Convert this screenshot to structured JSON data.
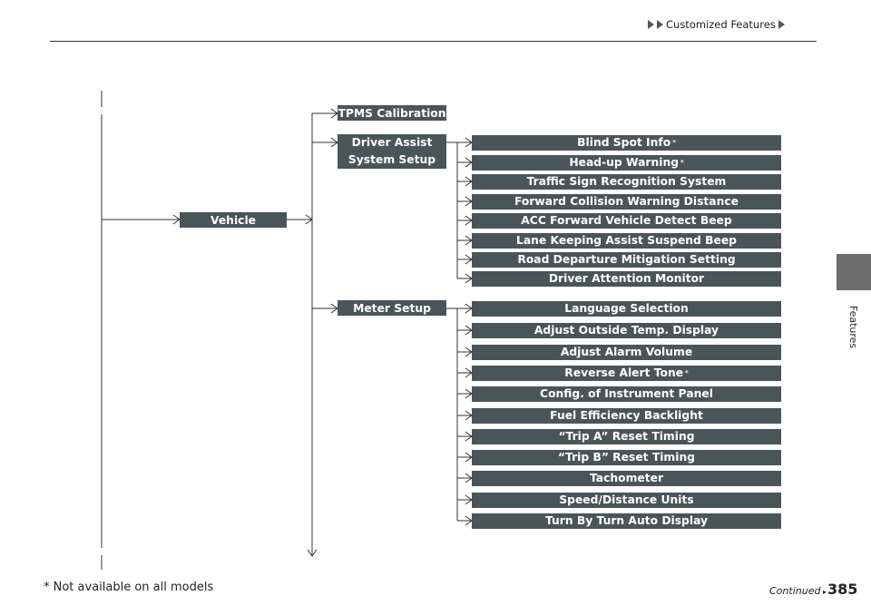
{
  "header": {
    "breadcrumb": "Customized Features"
  },
  "side_tab": {
    "label": "Features"
  },
  "diagram": {
    "root": "Vehicle",
    "tpms": "TPMS Calibration",
    "driver_assist": {
      "line1": "Driver Assist",
      "line2": "System Setup",
      "items": [
        {
          "label": "Blind Spot Info",
          "note": "*"
        },
        {
          "label": "Head-up Warning",
          "note": "*"
        },
        {
          "label": "Traffic Sign Recognition System",
          "note": ""
        },
        {
          "label": "Forward Collision Warning Distance",
          "note": ""
        },
        {
          "label": "ACC Forward Vehicle Detect Beep",
          "note": ""
        },
        {
          "label": "Lane Keeping Assist Suspend Beep",
          "note": ""
        },
        {
          "label": "Road Departure Mitigation Setting",
          "note": ""
        },
        {
          "label": "Driver Attention Monitor",
          "note": ""
        }
      ]
    },
    "meter_setup": {
      "label": "Meter Setup",
      "items": [
        {
          "label": "Language Selection",
          "note": ""
        },
        {
          "label": "Adjust Outside Temp. Display",
          "note": ""
        },
        {
          "label": "Adjust Alarm Volume",
          "note": ""
        },
        {
          "label": "Reverse Alert Tone",
          "note": "*"
        },
        {
          "label": "Config. of Instrument Panel",
          "note": ""
        },
        {
          "label": "Fuel Efficiency Backlight",
          "note": ""
        },
        {
          "label": "“Trip A” Reset Timing",
          "note": ""
        },
        {
          "label": "“Trip B” Reset Timing",
          "note": ""
        },
        {
          "label": "Tachometer",
          "note": ""
        },
        {
          "label": "Speed/Distance Units",
          "note": ""
        },
        {
          "label": "Turn By Turn Auto Display",
          "note": ""
        }
      ]
    }
  },
  "footer": {
    "footnote": "* Not available on all models",
    "continued": "Continued",
    "page_number": "385"
  }
}
